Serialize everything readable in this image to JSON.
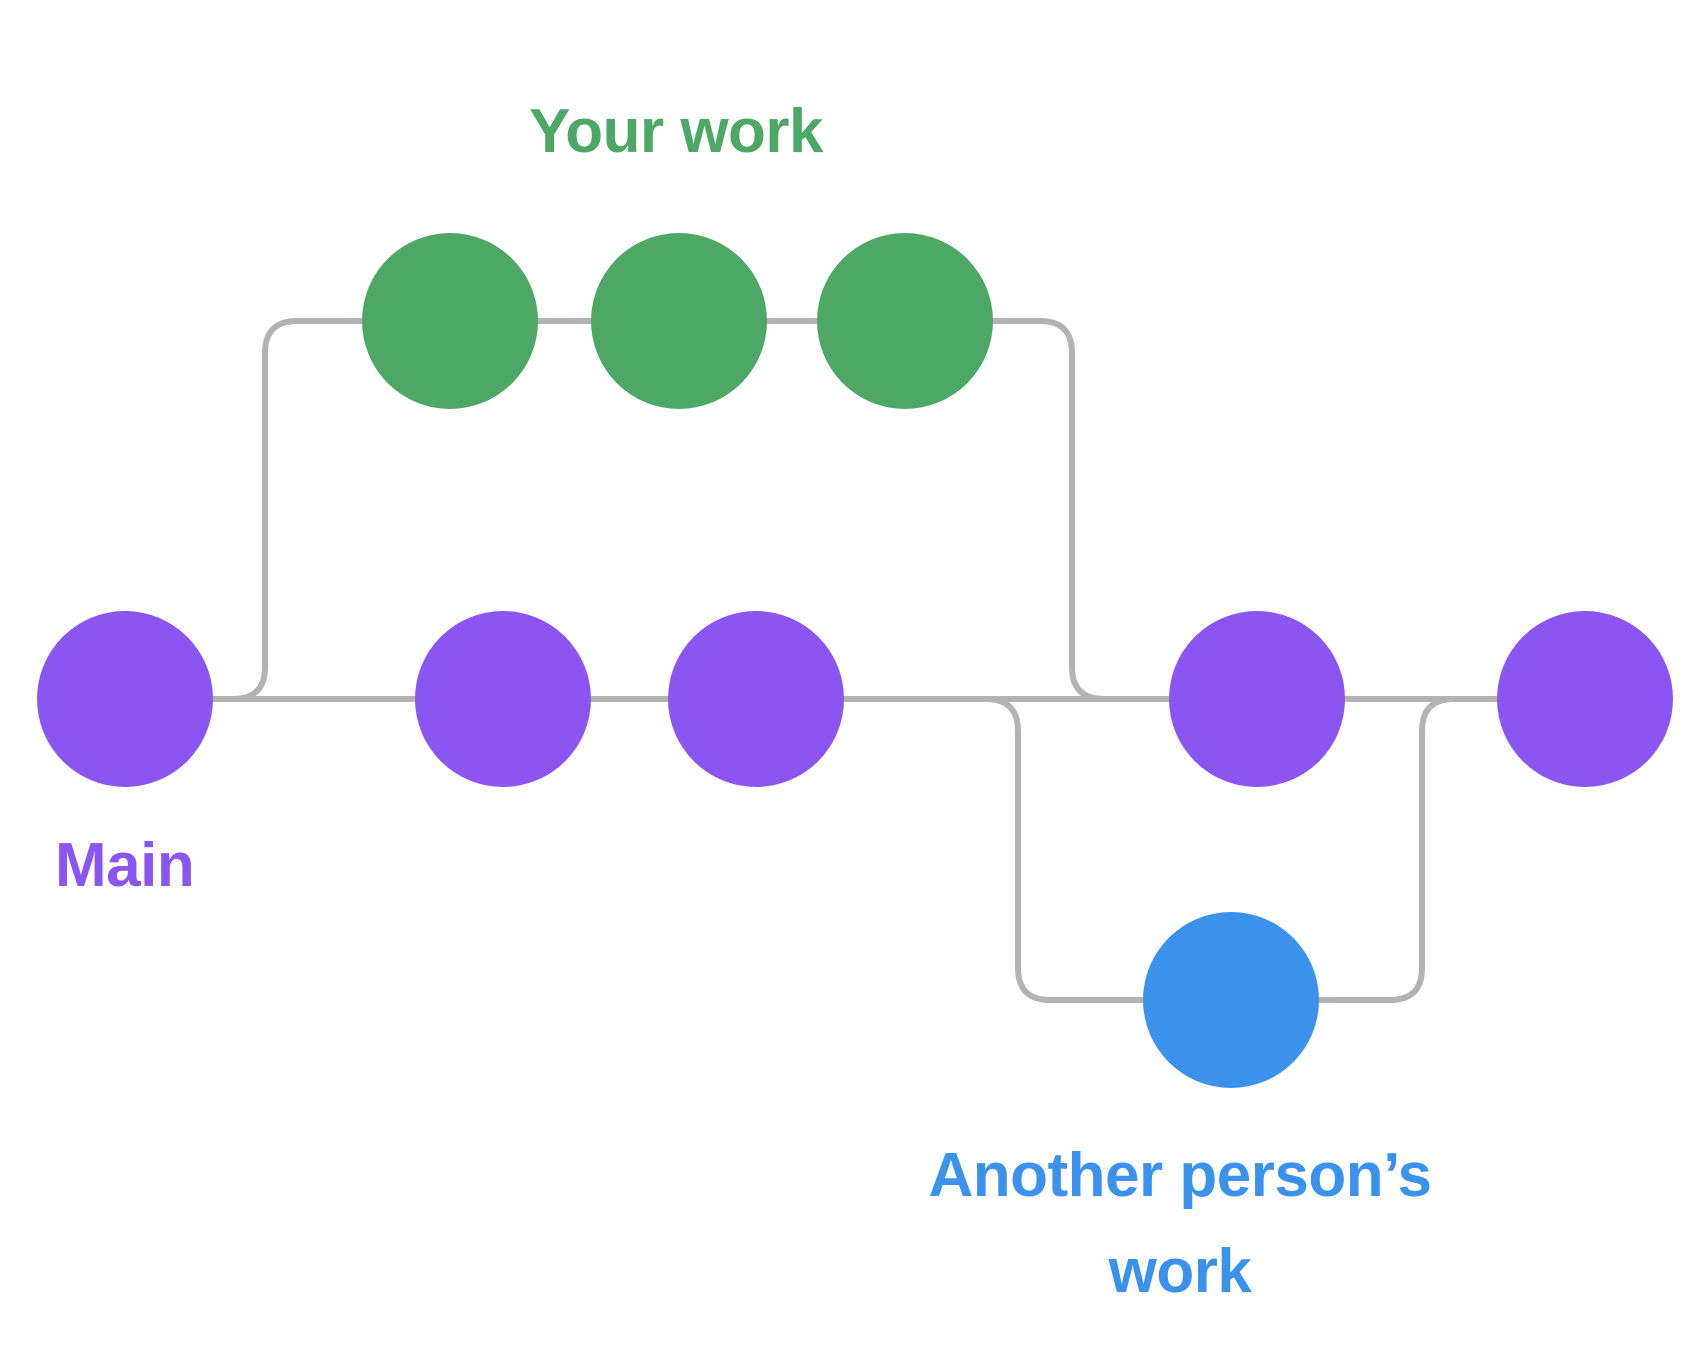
{
  "diagram": {
    "kind": "git-branching-illustration",
    "labels": {
      "your_work": "Your work",
      "main": "Main",
      "another_person_line1": "Another person’s",
      "another_person_line2": "work"
    },
    "colors": {
      "your_work_branch": "#4DA765",
      "main_branch": "#8A55F0",
      "another_person_branch": "#3A92EC",
      "connector_line": "#B3B3B3",
      "background": "#FFFFFF"
    },
    "branches": [
      {
        "name": "Your work",
        "commit_count": 3,
        "color": "#4DA765",
        "position": "top"
      },
      {
        "name": "Main",
        "commit_count": 5,
        "color": "#8A55F0",
        "position": "middle"
      },
      {
        "name": "Another person’s work",
        "commit_count": 1,
        "color": "#3A92EC",
        "position": "bottom"
      }
    ]
  }
}
